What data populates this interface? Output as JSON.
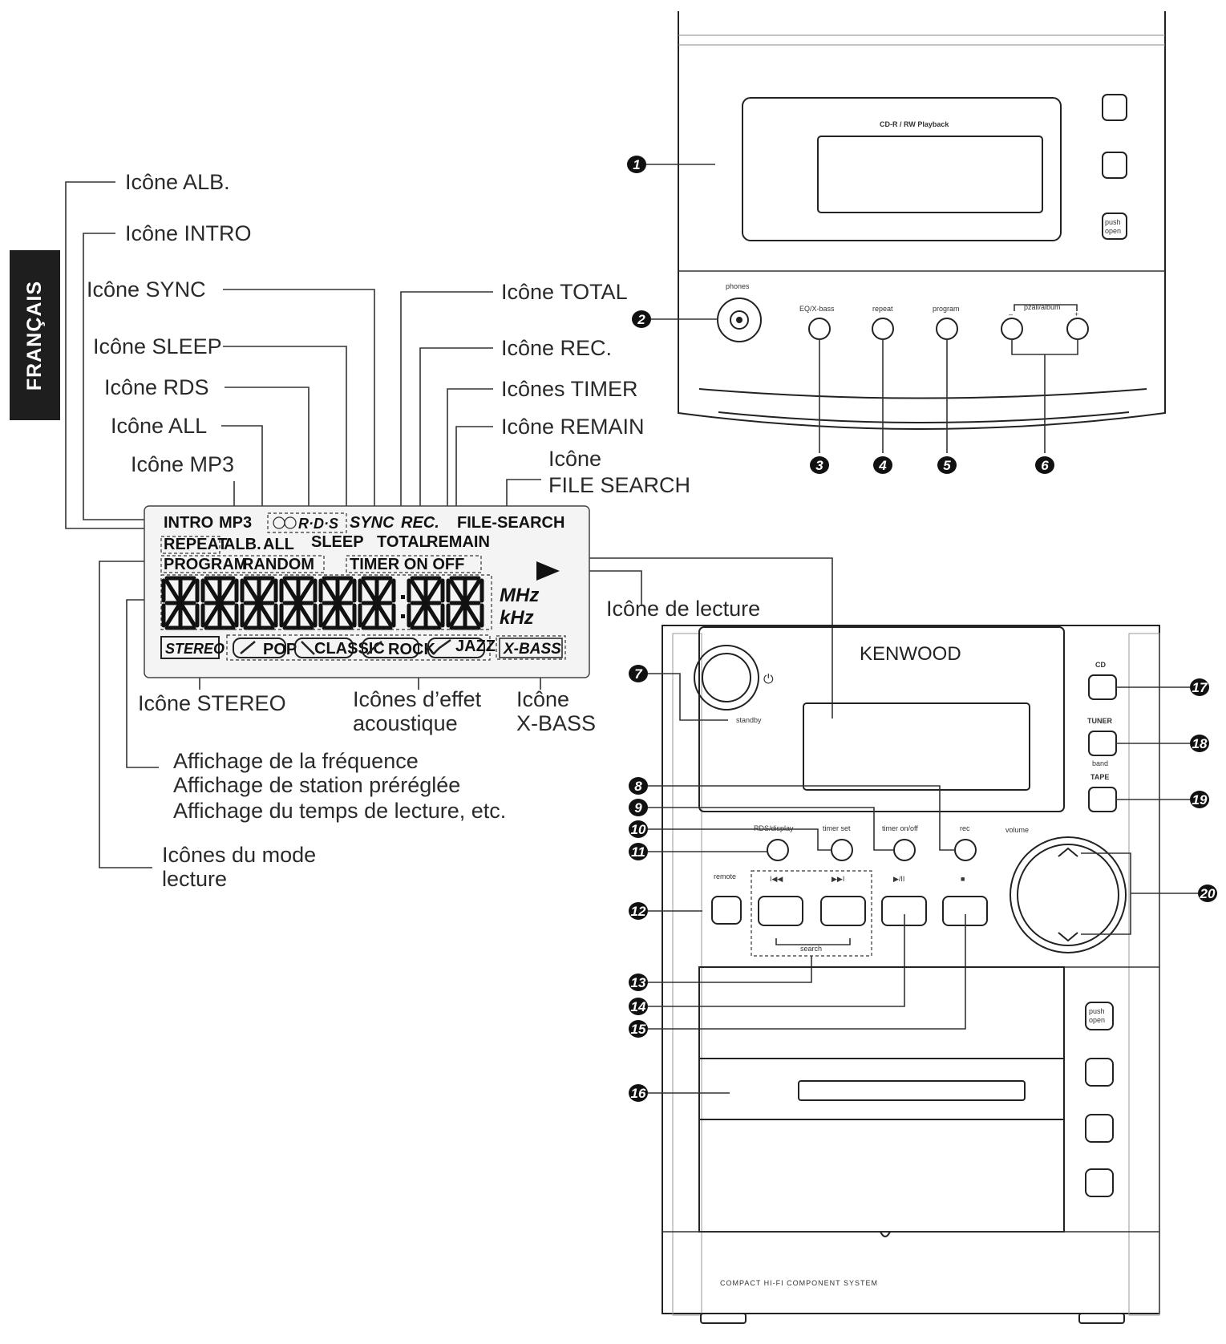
{
  "language_tab": "FRANÇAIS",
  "labels": {
    "alb": "Icône ALB.",
    "intro": "Icône INTRO",
    "sync": "Icône SYNC",
    "sleep": "Icône SLEEP",
    "rds": "Icône RDS",
    "all": "Icône ALL",
    "mp3": "Icône MP3",
    "total": "Icône TOTAL",
    "rec": "Icône REC.",
    "timer": "Icônes  TIMER",
    "remain": "Icône REMAIN",
    "file_search_1": "Icône",
    "file_search_2": "FILE SEARCH",
    "play": "Icône de lecture",
    "stereo": "Icône STEREO",
    "effect_1": "Icônes d’effet",
    "effect_2": "acoustique",
    "xbass_1": "Icône",
    "xbass_2": "X-BASS",
    "freq_1": "Affichage de la fréquence",
    "freq_2": "Affichage de station préréglée",
    "freq_3": "Affichage du temps de lecture, etc.",
    "mode_1": "Icônes du mode",
    "mode_2": "lecture"
  },
  "lcd": {
    "intro": "INTRO",
    "mp3": "MP3",
    "rds": "R·D·S",
    "sync": "SYNC",
    "rec": "REC.",
    "file_search": "FILE-SEARCH",
    "repeat": "REPEAT",
    "alb": "ALB.",
    "all": "ALL",
    "sleep": "SLEEP",
    "total": "TOTAL",
    "remain": "REMAIN",
    "program": "PROGRAM",
    "random": "RANDOM",
    "timer": "TIMER ON OFF",
    "mhz": "MHz",
    "khz": "kHz",
    "stereo": "STEREO",
    "pop": "POP",
    "classic": "CLASSIC",
    "rock": "ROCK",
    "jazz": "JAZZ",
    "xbass": "X-BASS"
  },
  "top_unit": {
    "display_caption": "CD-R / RW Playback",
    "phones": "phones",
    "eq": "EQ/X-bass",
    "repeat": "repeat",
    "program": "program",
    "pzall": "pzall/album",
    "minus": "–",
    "plus": "+",
    "push_1": "push",
    "push_2": "open"
  },
  "main_unit": {
    "brand": "KENWOOD",
    "standby": "standby",
    "rds_display": "RDS/display",
    "timer_set": "timer set",
    "timer_onoff": "timer on/off",
    "rec": "rec",
    "volume": "volume",
    "remote": "remote",
    "prev": "I◀◀",
    "next": "▶▶I",
    "playpause": "▶/II",
    "stop": "■",
    "search": "search",
    "cd": "CD",
    "tuner": "TUNER",
    "band": "band",
    "tape": "TAPE",
    "push_1": "push",
    "push_2": "open",
    "footer": "COMPACT HI-FI COMPONENT SYSTEM"
  },
  "callouts": [
    "1",
    "2",
    "3",
    "4",
    "5",
    "6",
    "7",
    "8",
    "9",
    "10",
    "11",
    "12",
    "13",
    "14",
    "15",
    "16",
    "17",
    "18",
    "19",
    "20"
  ]
}
